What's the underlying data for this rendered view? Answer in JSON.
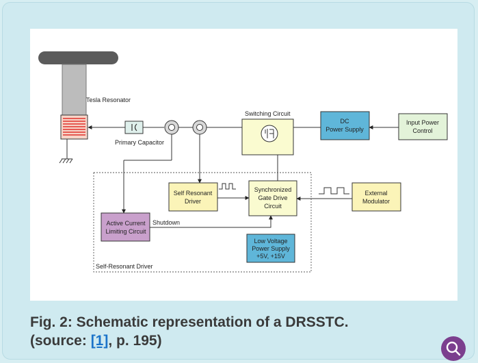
{
  "figure": {
    "labels": {
      "tesla_resonator": "Tesla Resonator",
      "primary_capacitor": "Primary Capacitor",
      "switching_circuit": "Switching Circuit",
      "dc_supply": [
        "DC",
        "Power Supply"
      ],
      "input_power": [
        "Input Power",
        "Control"
      ],
      "self_resonant_driver": [
        "Self Resonant",
        "Driver"
      ],
      "gate_drive": [
        "Synchronized",
        "Gate Drive",
        "Circuit"
      ],
      "external_modulator": [
        "External",
        "Modulator"
      ],
      "current_limit": [
        "Active Current",
        "Limiting Circuit"
      ],
      "shutdown": "Shutdown",
      "low_voltage": [
        "Low Voltage",
        "Power Supply",
        "+5V, +15V"
      ],
      "region_label": "Self-Resonant Driver"
    },
    "colors": {
      "dc_supply": "#5fb6d9",
      "input_power": "#e3f3d9",
      "switching": "#fafbd0",
      "self_resonant": "#fbf4b8",
      "gate_drive": "#fafbd0",
      "external": "#fbf4b8",
      "current_limit": "#c9a0cc",
      "low_voltage": "#5fb6d9",
      "coil": "#e0322b"
    }
  },
  "caption": {
    "line1": "Fig. 2: Schematic representation of a DRSSTC.",
    "prefix": "(source: ",
    "ref": "[1]",
    "suffix": ", p. 195)"
  },
  "zoom": {
    "icon": "search-icon"
  }
}
